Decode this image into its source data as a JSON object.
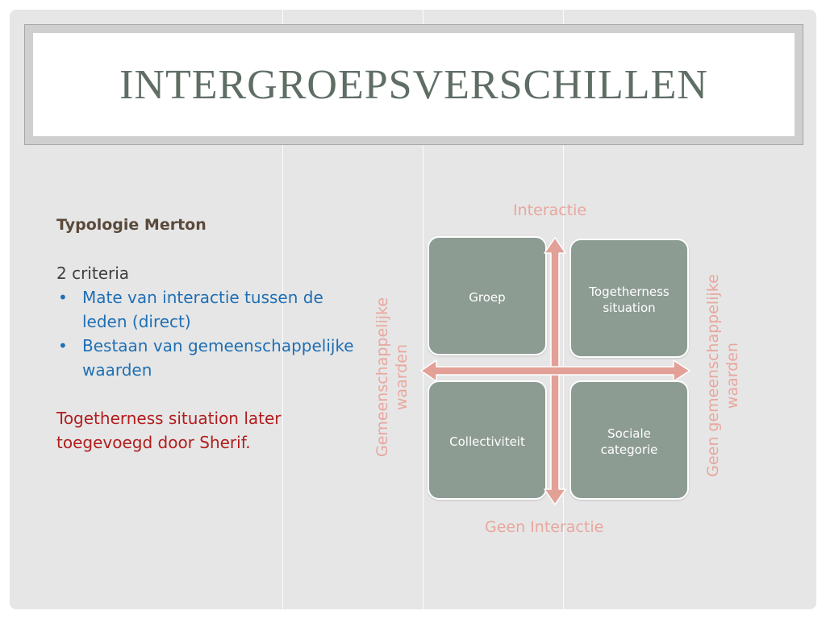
{
  "slide": {
    "title": "INTERGROEPSVERSCHILLEN"
  },
  "content": {
    "subheading": "Typologie Merton",
    "criteria_label": "2 criteria",
    "bullets": [
      "Mate van interactie tussen de leden (direct)",
      "Bestaan van gemeenschappelijke waarden"
    ],
    "bullet_glyph": "•",
    "note": "Togetherness situation later toegevoegd door Sherif."
  },
  "diagram": {
    "axis_top": "Interactie",
    "axis_bottom": "Geen Interactie",
    "axis_left_line1": "Gemeenschappelijke",
    "axis_left_line2": "waarden",
    "axis_right_line1": "Geen gemeenschappelijke",
    "axis_right_line2": "waarden",
    "quadrants": {
      "top_left": "Groep",
      "top_right_line1": "Togetherness",
      "top_right_line2": "situation",
      "bottom_left": "Collectiviteit",
      "bottom_right_line1": "Sociale",
      "bottom_right_line2": "categorie"
    },
    "colors": {
      "box_fill": "#8d9c93",
      "arrow": "#e3a097",
      "axis_text": "#e8a79e"
    }
  },
  "colors": {
    "title": "#5f6e65",
    "bullet_text": "#1f6fb5",
    "note_text": "#b21d1d",
    "background": "#e6e6e6"
  }
}
